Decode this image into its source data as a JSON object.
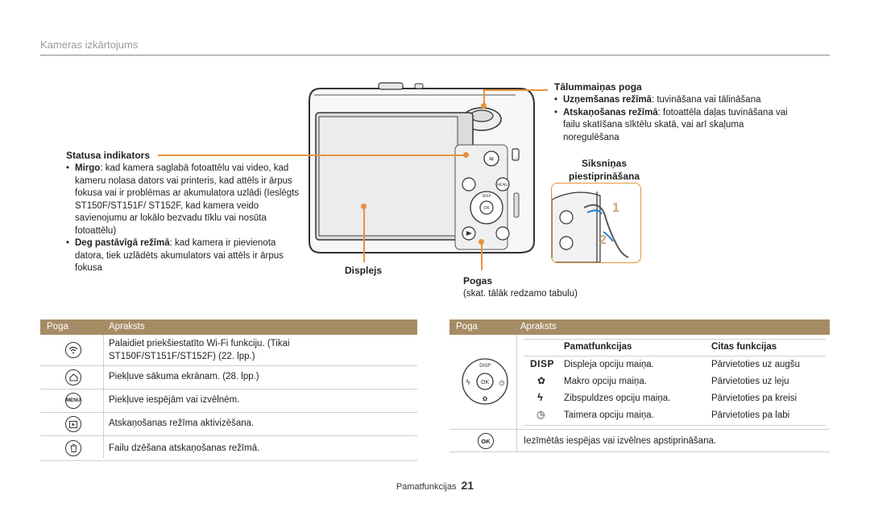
{
  "header": {
    "title": "Kameras izkārtojums"
  },
  "labels": {
    "zoom_title": "Tālummaiņas poga",
    "zoom_items": [
      {
        "bold": "Uzņemšanas režīmā",
        "text": ": tuvināšana vai tālināšana"
      },
      {
        "bold": "Atskaņošanas režīmā",
        "text": ": fotoattēla daļas tuvināšana vai failu skatīšana sīktēlu skatā, vai arī skaļuma noregulēšana"
      }
    ],
    "strap_title_1": "Siksniņas",
    "strap_title_2": "piestiprināšana",
    "status_title": "Statusa indikators",
    "status_items": [
      {
        "bold": "Mirgo",
        "text": ": kad kamera saglabā fotoattēlu vai video, kad kameru nolasa dators vai printeris, kad attēls ir ārpus fokusa vai ir problēmas ar akumulatora uzlādi (Ieslēgts ST150F/ST151F/ ST152F, kad kamera veido savienojumu ar lokālo bezvadu tīklu vai nosūta fotoattēlu)"
      },
      {
        "bold": "Deg pastāvīgā režīmā",
        "text": ": kad kamera ir pievienota datora, tiek uzlādēts akumulators vai attēls ir ārpus fokusa"
      }
    ],
    "display": "Displejs",
    "buttons_title": "Pogas",
    "buttons_sub": "(skat. tālāk redzamo tabulu)",
    "strap_num_1": "1",
    "strap_num_2": "2"
  },
  "camera": {
    "disp": "DISP",
    "ok": "OK",
    "menu": "MENU"
  },
  "left_table": {
    "col1": "Poga",
    "col2": "Apraksts",
    "rows": [
      {
        "icon": "wifi-icon",
        "text": "Palaidiet priekšiestatīto Wi-Fi funkciju. (Tikai ST150F/ST151F/ST152F) (22. lpp.)"
      },
      {
        "icon": "home-icon",
        "text": "Piekļuve sākuma ekrānam. (28. lpp.)"
      },
      {
        "icon": "menu-icon",
        "label": "MENU",
        "text": "Piekļuve iespējām vai izvēlnēm."
      },
      {
        "icon": "play-icon",
        "text": "Atskaņošanas režīma aktivizēšana."
      },
      {
        "icon": "trash-icon",
        "text": "Failu dzēšana atskaņošanas režīmā."
      }
    ]
  },
  "right_table": {
    "col1": "Poga",
    "col2": "Apraksts",
    "sub_col1": "Pamatfunkcijas",
    "sub_col2": "Citas funkcijas",
    "dial": {
      "disp": "DISP",
      "ok": "OK"
    },
    "rows": [
      {
        "icon": "disp-icon",
        "label": "DISP",
        "basic": "Displeja opciju maiņa.",
        "other": "Pārvietoties uz augšu"
      },
      {
        "icon": "macro-icon",
        "basic": "Makro opciju maiņa.",
        "other": "Pārvietoties uz leju"
      },
      {
        "icon": "flash-icon",
        "basic": "Zibspuldzes opciju maiņa.",
        "other": "Pārvietoties pa kreisi"
      },
      {
        "icon": "timer-icon",
        "basic": "Taimera opciju maiņa.",
        "other": "Pārvietoties pa labi"
      }
    ],
    "ok_row": {
      "label": "OK",
      "text": "Iezīmētās iespējas vai izvēlnes apstiprināšana."
    }
  },
  "footer": {
    "section": "Pamatfunkcijas",
    "page": "21"
  }
}
